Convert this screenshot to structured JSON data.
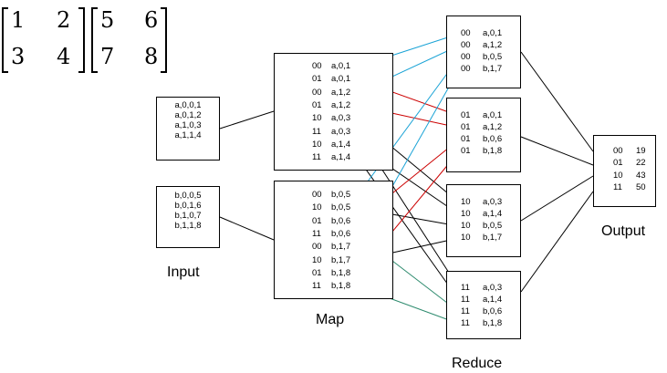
{
  "matrices": {
    "a": [
      [
        "1",
        "2"
      ],
      [
        "3",
        "4"
      ]
    ],
    "b": [
      [
        "5",
        "6"
      ],
      [
        "7",
        "8"
      ]
    ]
  },
  "input": {
    "label": "Input",
    "a_records": [
      "a,0,0,1",
      "a,0,1,2",
      "a,1,0,3",
      "a,1,1,4"
    ],
    "b_records": [
      "b,0,0,5",
      "b,0,1,6",
      "b,1,0,7",
      "b,1,1,8"
    ]
  },
  "map": {
    "label": "Map",
    "a_pairs": [
      {
        "key": "00",
        "value": "a,0,1"
      },
      {
        "key": "01",
        "value": "a,0,1"
      },
      {
        "key": "00",
        "value": "a,1,2"
      },
      {
        "key": "01",
        "value": "a,1,2"
      },
      {
        "key": "10",
        "value": "a,0,3"
      },
      {
        "key": "11",
        "value": "a,0,3"
      },
      {
        "key": "10",
        "value": "a,1,4"
      },
      {
        "key": "11",
        "value": "a,1,4"
      }
    ],
    "b_pairs": [
      {
        "key": "00",
        "value": "b,0,5"
      },
      {
        "key": "10",
        "value": "b,0,5"
      },
      {
        "key": "01",
        "value": "b,0,6"
      },
      {
        "key": "11",
        "value": "b,0,6"
      },
      {
        "key": "00",
        "value": "b,1,7"
      },
      {
        "key": "10",
        "value": "b,1,7"
      },
      {
        "key": "01",
        "value": "b,1,8"
      },
      {
        "key": "11",
        "value": "b,1,8"
      }
    ]
  },
  "reduce": {
    "label": "Reduce",
    "groups": [
      [
        {
          "key": "00",
          "value": "a,0,1"
        },
        {
          "key": "00",
          "value": "a,1,2"
        },
        {
          "key": "00",
          "value": "b,0,5"
        },
        {
          "key": "00",
          "value": "b,1,7"
        }
      ],
      [
        {
          "key": "01",
          "value": "a,0,1"
        },
        {
          "key": "01",
          "value": "a,1,2"
        },
        {
          "key": "01",
          "value": "b,0,6"
        },
        {
          "key": "01",
          "value": "b,1,8"
        }
      ],
      [
        {
          "key": "10",
          "value": "a,0,3"
        },
        {
          "key": "10",
          "value": "a,1,4"
        },
        {
          "key": "10",
          "value": "b,0,5"
        },
        {
          "key": "10",
          "value": "b,1,7"
        }
      ],
      [
        {
          "key": "11",
          "value": "a,0,3"
        },
        {
          "key": "11",
          "value": "a,1,4"
        },
        {
          "key": "11",
          "value": "b,0,6"
        },
        {
          "key": "11",
          "value": "b,1,8"
        }
      ]
    ]
  },
  "output": {
    "label": "Output",
    "rows": [
      {
        "key": "00",
        "value": "19"
      },
      {
        "key": "01",
        "value": "22"
      },
      {
        "key": "10",
        "value": "43"
      },
      {
        "key": "11",
        "value": "50"
      }
    ]
  },
  "colors": {
    "blue": "#1aa3d6",
    "red": "#cc0000",
    "teal": "#2e8b6e",
    "black": "#000000"
  }
}
